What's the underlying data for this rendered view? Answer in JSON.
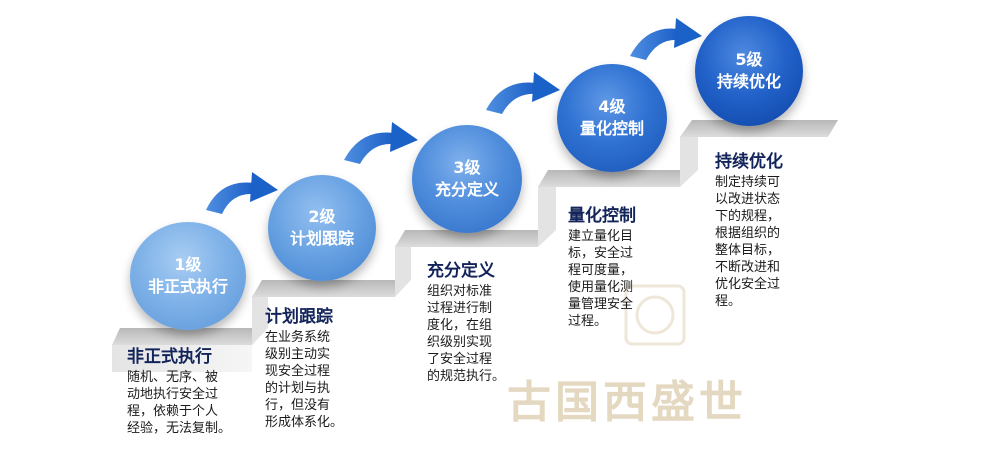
{
  "levels": [
    {
      "num": "1级",
      "name": "非正式执行",
      "title": "非正式执行",
      "lines": [
        "随机、无序、被",
        "动地执行安全过",
        "程，依赖于个人",
        "经验，无法复制。"
      ]
    },
    {
      "num": "2级",
      "name": "计划跟踪",
      "title": "计划跟踪",
      "lines": [
        "在业务系统",
        "级别主动实",
        "现安全过程",
        "的计划与执",
        "行，但没有",
        "形成体系化。"
      ]
    },
    {
      "num": "3级",
      "name": "充分定义",
      "title": "充分定义",
      "lines": [
        "组织对标准",
        "过程进行制",
        "度化，在组",
        "织级别实现",
        "了安全过程",
        "的规范执行。"
      ]
    },
    {
      "num": "4级",
      "name": "量化控制",
      "title": "量化控制",
      "lines": [
        "建立量化目",
        "标，安全过",
        "程可度量，",
        "使用量化测",
        "量管理安全",
        "过程。"
      ]
    },
    {
      "num": "5级",
      "name": "持续优化",
      "title": "持续优化",
      "lines": [
        "制定持续可",
        "以改进状态",
        "下的规程，",
        "根据组织的",
        "整体目标，",
        "不断改进和",
        "优化安全过",
        "程。"
      ]
    }
  ],
  "watermark": "古国西盛世",
  "colors": {
    "title": "#12245a",
    "arrow": "#1f6fd1",
    "step_top": "#c8c8c8",
    "step_side": "#e6e6e6"
  }
}
